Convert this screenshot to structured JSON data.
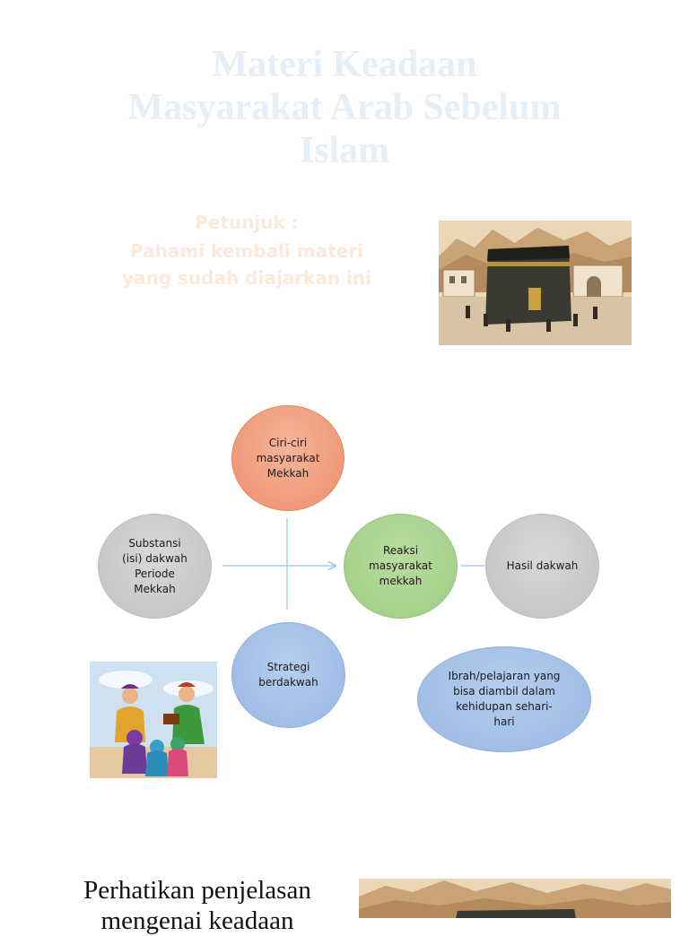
{
  "title": {
    "line1": "Materi Keadaan",
    "line2": "Masyarakat Arab Sebelum",
    "line3": "Islam"
  },
  "petunjuk": {
    "heading": "Petunjuk :",
    "line1": "Pahami kembali materi",
    "line2": "yang sudah diajarkan ini"
  },
  "diagram": {
    "nodes": {
      "ciri": [
        "Ciri-ciri",
        "masyarakat",
        "Mekkah"
      ],
      "substansi": [
        "Substansi",
        "(isi) dakwah",
        "Periode",
        "Mekkah"
      ],
      "reaksi": [
        "Reaksi",
        "masyarakat",
        "mekkah"
      ],
      "hasil": [
        "Hasil dakwah"
      ],
      "strategi": [
        "Strategi",
        "berdakwah"
      ],
      "ibrah": [
        "Ibrah/pelajaran yang",
        "bisa diambil dalam",
        "kehidupan sehari-",
        "hari"
      ]
    }
  },
  "bottom": {
    "line1": "Perhatikan penjelasan",
    "line2": "mengenai keadaan"
  },
  "colors": {
    "title": "#e6eef8",
    "petunjuk": "#fde8dc",
    "connector": "#9dc1e8",
    "node_orange": "#ef9a79",
    "node_gray": "#c6c6c6",
    "node_green": "#a5d08a",
    "node_blue": "#a0bde6"
  },
  "images": {
    "kaaba": "kaaba-illustration",
    "scholars": "scholars-cartoon-illustration"
  }
}
